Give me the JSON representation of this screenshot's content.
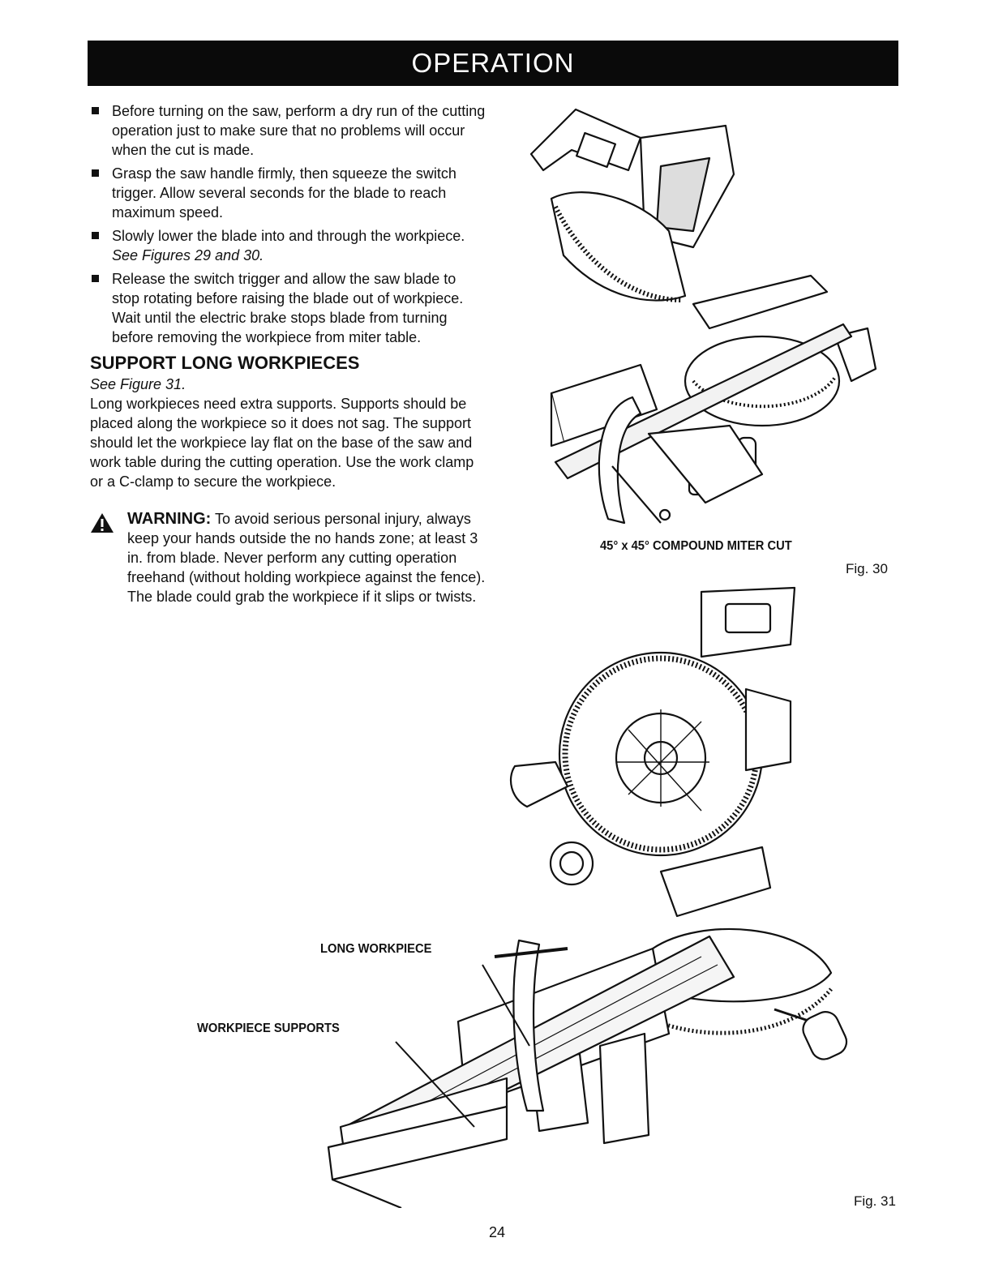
{
  "header": {
    "title": "OPERATION"
  },
  "bullets": [
    {
      "text": "Before turning on the saw, perform a dry run of the cutting operation just to make sure that no problems will occur when the cut is made."
    },
    {
      "text": "Grasp the saw handle firmly, then squeeze the switch trigger. Allow several seconds for the blade to reach maximum speed."
    },
    {
      "text": "Slowly lower the blade into and through the workpiece.",
      "ref": "See Figures 29 and 30."
    },
    {
      "text": "Release the switch trigger and allow the saw blade to stop rotating before raising the blade out of workpiece. Wait until the electric brake stops blade from turning before removing the workpiece from miter table."
    }
  ],
  "support_section": {
    "heading": "SUPPORT LONG WORKPIECES",
    "ref": "See Figure 31.",
    "body": "Long workpieces need extra supports. Supports should be placed along the workpiece so it does not sag. The support should let the workpiece lay flat on the base of the saw and work table during the cutting operation. Use the work clamp or a C-clamp to secure the workpiece."
  },
  "warning": {
    "label": "WARNING:",
    "text": " To avoid serious personal injury, always keep your hands outside the no hands zone; at least 3 in. from blade. Never perform any cutting operation freehand (without holding workpiece against the fence). The blade could grab the workpiece if it slips or twists."
  },
  "fig30": {
    "caption": "45° x 45° COMPOUND MITER CUT",
    "label": "Fig. 30"
  },
  "fig31": {
    "label": "Fig. 31",
    "callout_long_workpiece": "LONG WORKPIECE",
    "callout_supports": "WORKPIECE SUPPORTS"
  },
  "page_number": "24"
}
